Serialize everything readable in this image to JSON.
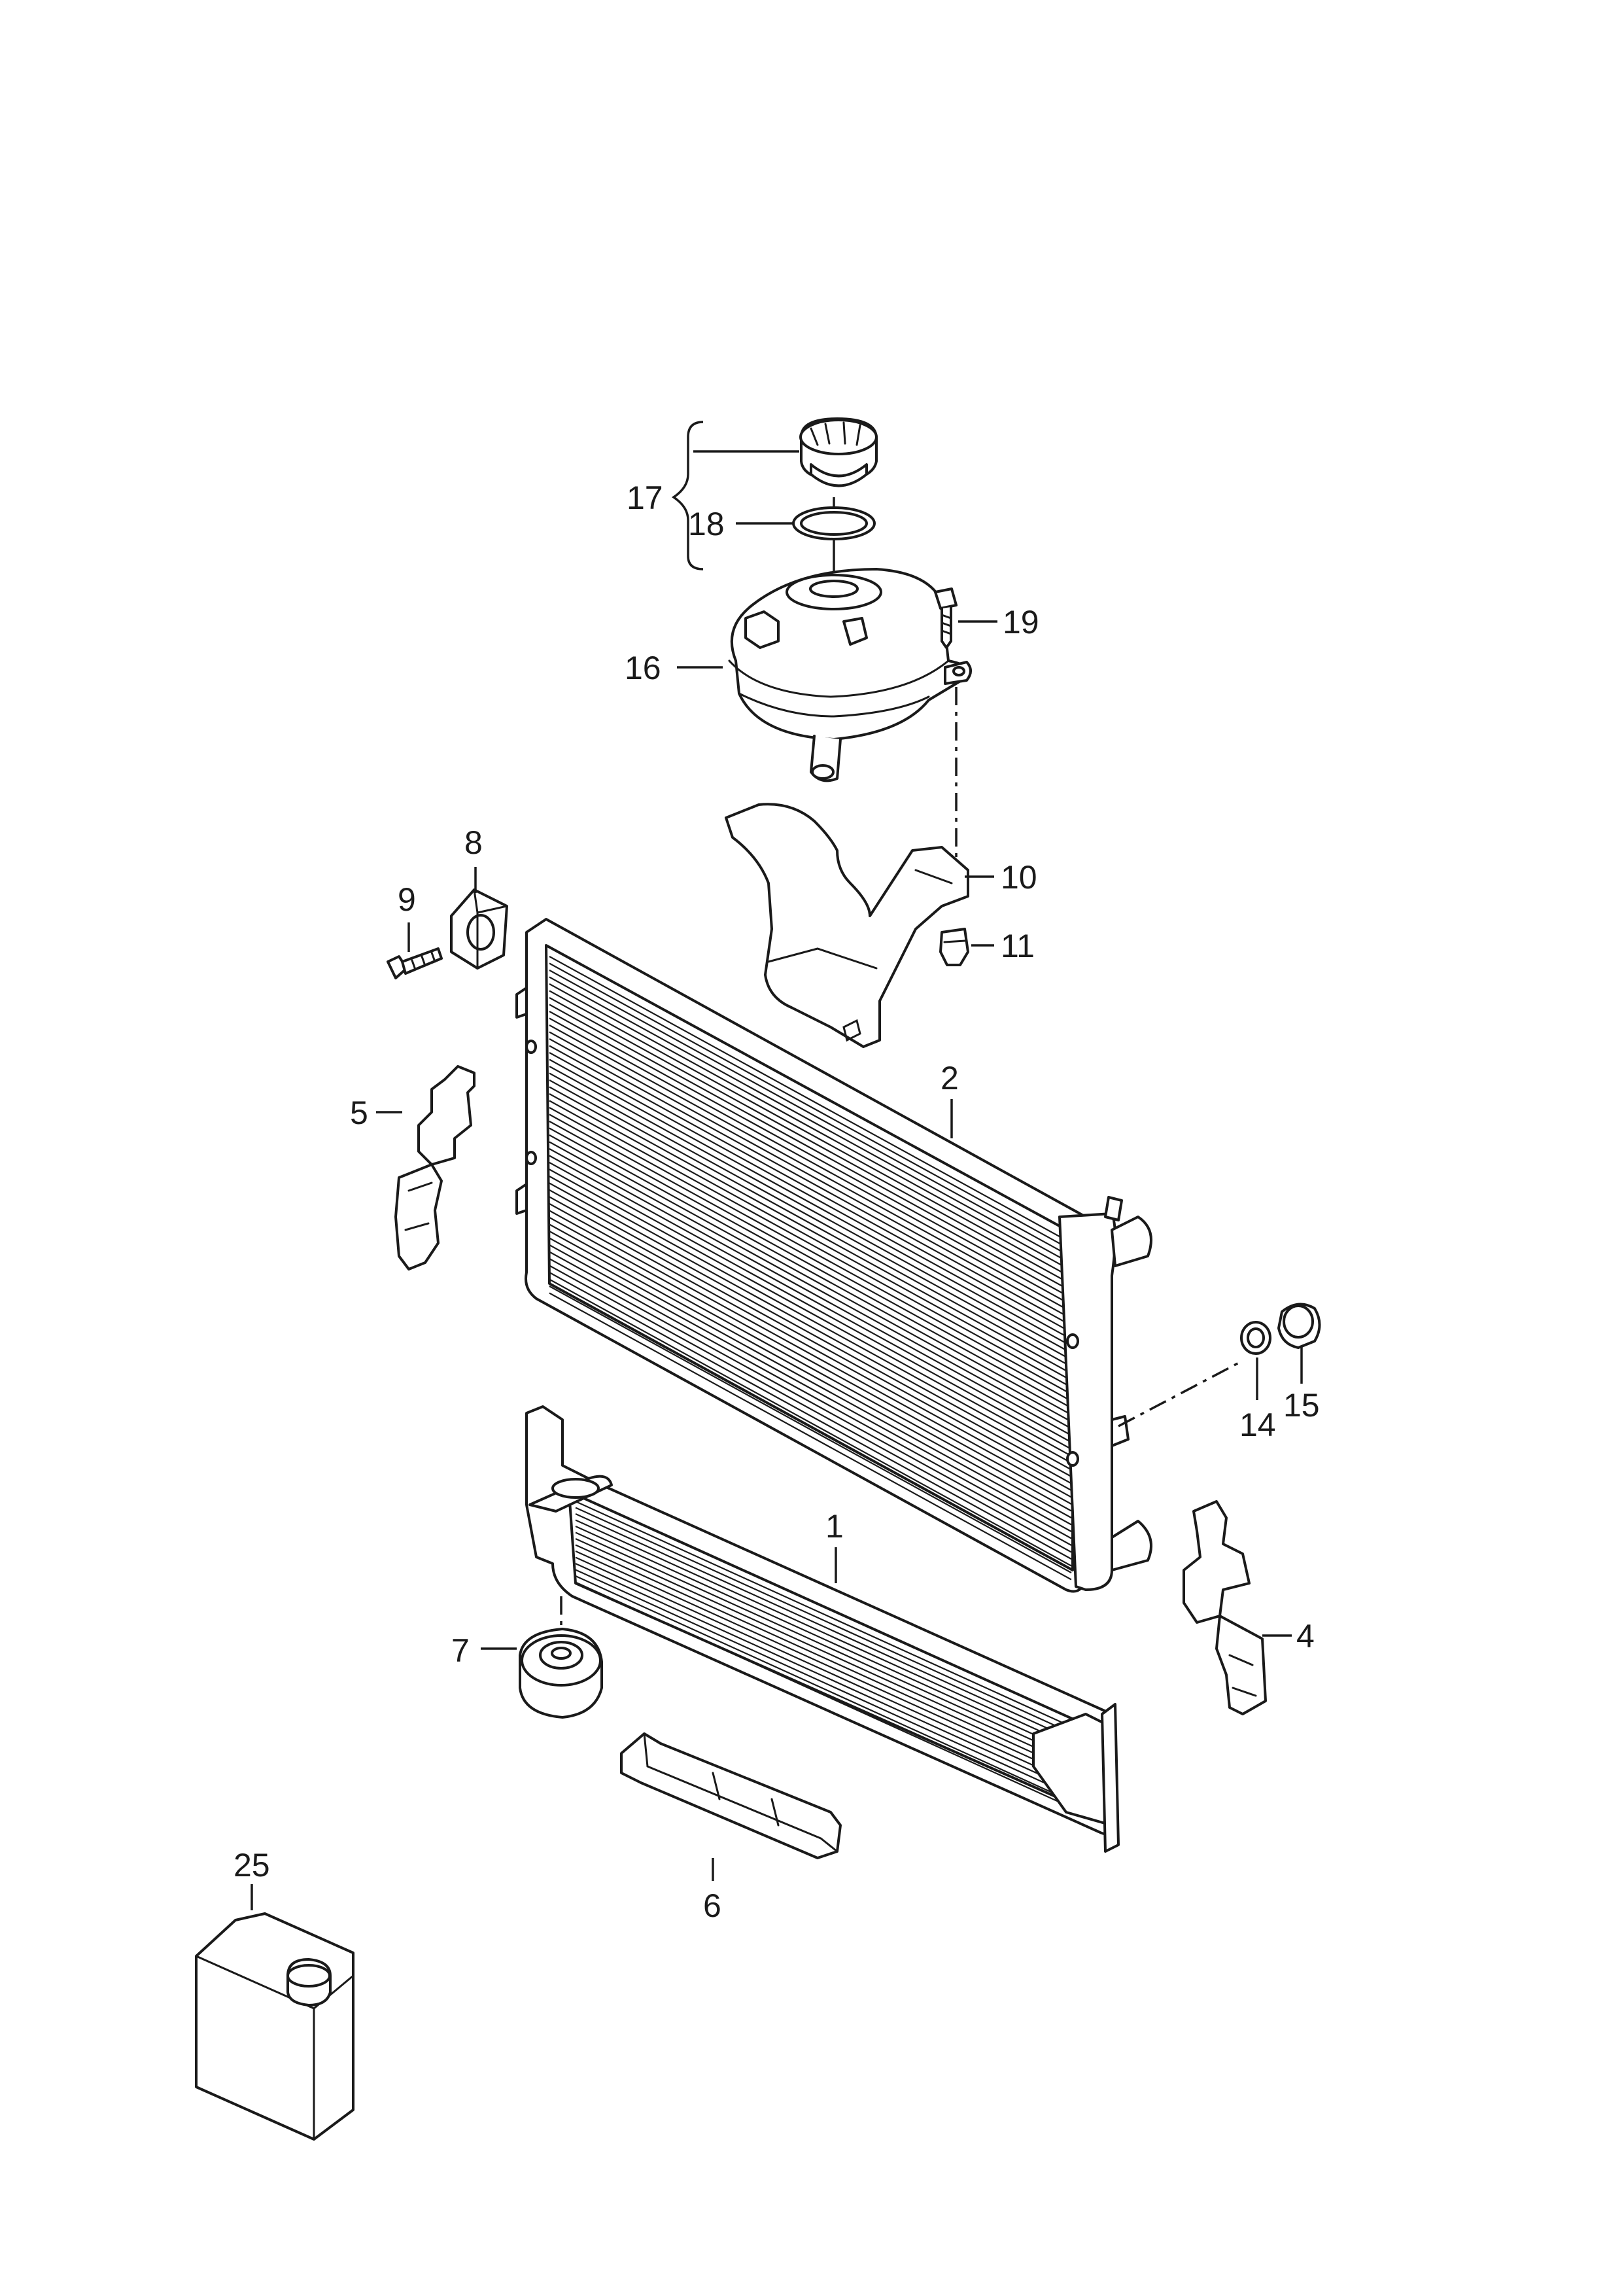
{
  "callouts": [
    {
      "id": "c17",
      "label": "17"
    },
    {
      "id": "c18",
      "label": "18"
    },
    {
      "id": "c19",
      "label": "19"
    },
    {
      "id": "c16",
      "label": "16"
    },
    {
      "id": "c8",
      "label": "8"
    },
    {
      "id": "c9",
      "label": "9"
    },
    {
      "id": "c10",
      "label": "10"
    },
    {
      "id": "c11",
      "label": "11"
    },
    {
      "id": "c2",
      "label": "2"
    },
    {
      "id": "c5",
      "label": "5"
    },
    {
      "id": "c14",
      "label": "14"
    },
    {
      "id": "c15",
      "label": "15"
    },
    {
      "id": "c1",
      "label": "1"
    },
    {
      "id": "c4",
      "label": "4"
    },
    {
      "id": "c7",
      "label": "7"
    },
    {
      "id": "c6",
      "label": "6"
    },
    {
      "id": "c25",
      "label": "25"
    }
  ],
  "colors": {
    "line": "#1a1a1a",
    "background": "#ffffff"
  }
}
